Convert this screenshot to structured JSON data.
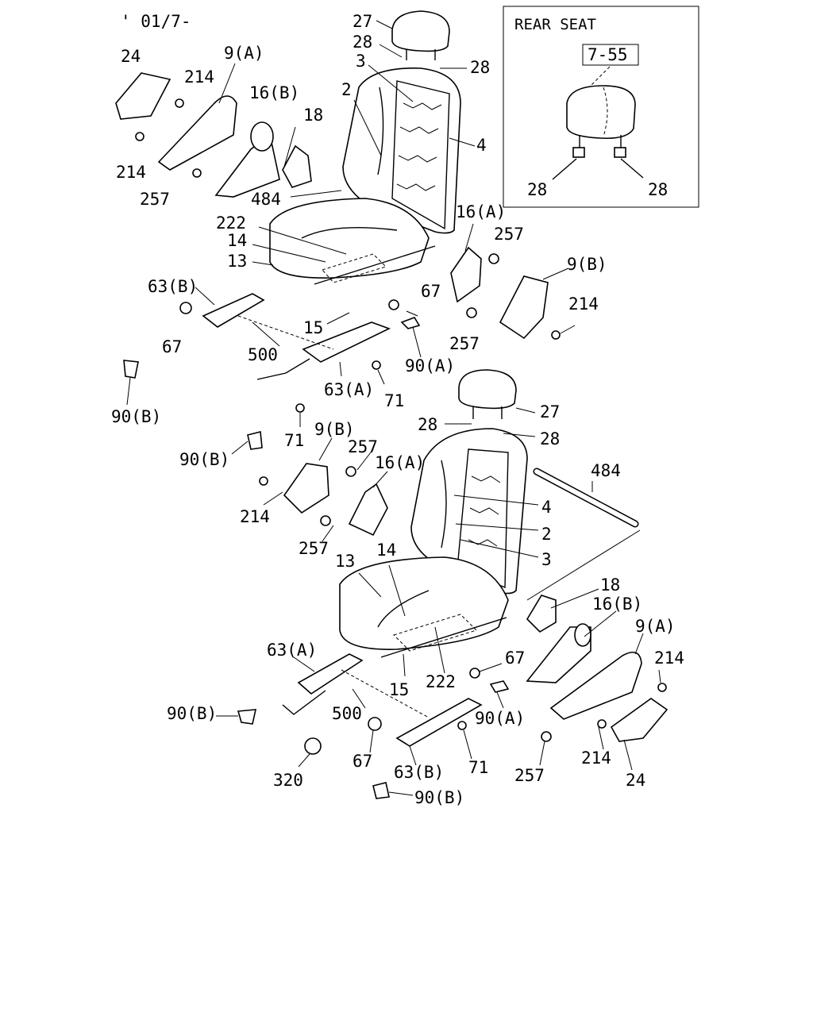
{
  "date_code": "' 01/7-",
  "inset": {
    "title": "REAR SEAT",
    "ref_box": "7-55",
    "labels": [
      "28",
      "28"
    ]
  },
  "upper_seat_labels": {
    "l27": "27",
    "l28a": "28",
    "l28b": "28",
    "l3": "3",
    "l2": "2",
    "l4": "4",
    "l24": "24",
    "l9a": "9(A)",
    "l214a": "214",
    "l16b": "16(B)",
    "l18": "18",
    "l214b": "214",
    "l257a": "257",
    "l484": "484",
    "l222": "222",
    "l14": "14",
    "l13": "13",
    "l16a": "16(A)",
    "l257b": "257",
    "l9b": "9(B)",
    "l214c": "214",
    "l63b": "63(B)",
    "l67a": "67",
    "l67b": "67",
    "l15": "15",
    "l500": "500",
    "l257c": "257",
    "l90a": "90(A)",
    "l63a": "63(A)",
    "l71a": "71",
    "l90b": "90(B)",
    "l71b": "71"
  },
  "lower_seat_labels": {
    "l27": "27",
    "l28a": "28",
    "l28b": "28",
    "l9b": "9(B)",
    "l257a": "257",
    "l16a": "16(A)",
    "l90b1": "90(B)",
    "l484": "484",
    "l4": "4",
    "l214a": "214",
    "l2": "2",
    "l3": "3",
    "l257b": "257",
    "l14": "14",
    "l13": "13",
    "l18": "18",
    "l16b": "16(B)",
    "l9a": "9(A)",
    "l63a": "63(A)",
    "l67a": "67",
    "l214b": "214",
    "l222": "222",
    "l15": "15",
    "l90a": "90(A)",
    "l90b2": "90(B)",
    "l500": "500",
    "l214c": "214",
    "l67b": "67",
    "l257c": "257",
    "l63b": "63(B)",
    "l71": "71",
    "l24": "24",
    "l320": "320",
    "l90b3": "90(B)"
  }
}
